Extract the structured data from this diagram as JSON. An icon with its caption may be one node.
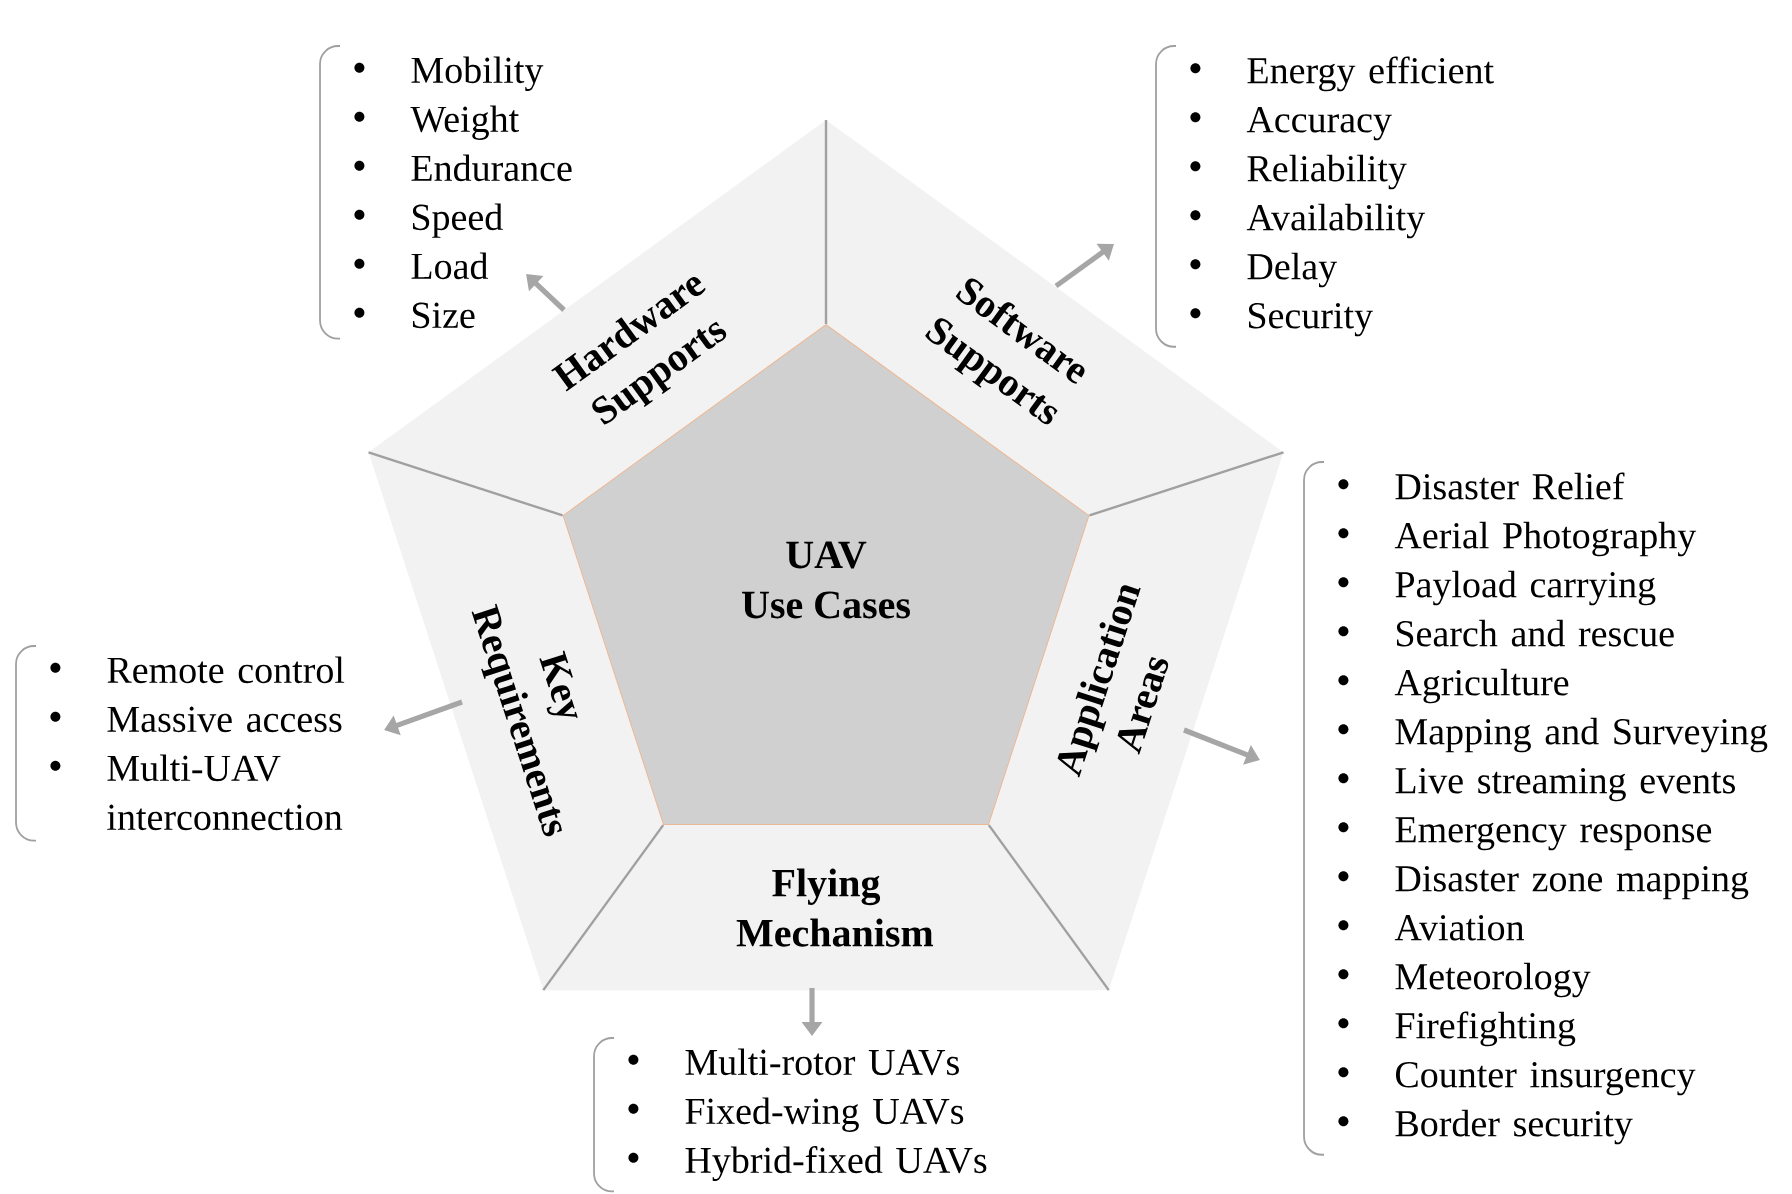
{
  "diagram": {
    "nodes": [
      {
        "text": [
          "UAV Use Cases"
        ]
      },
      {
        "text": [
          "Hardware Supports"
        ]
      },
      {
        "text": [
          "Software Supports"
        ]
      },
      {
        "text": [
          "Application Areas"
        ]
      },
      {
        "text": [
          "Flying Mechanism"
        ]
      },
      {
        "text": [
          "Key Requirements"
        ]
      },
      {
        "text": [
          "Mobility",
          "Weight",
          "Endurance",
          "Speed",
          "Load",
          "Size"
        ]
      },
      {
        "text": [
          "Energy efficient",
          "Accuracy",
          "Reliability",
          "Availability",
          "Delay",
          "Security"
        ]
      },
      {
        "text": [
          "Disaster Relief",
          "Aerial Photography",
          "Payload carrying",
          "Search and rescue",
          "Agriculture",
          "Mapping and Surveying",
          "Live streaming events",
          "Emergency response",
          "Disaster zone mapping",
          "Aviation",
          "Meteorology",
          "Firefighting",
          "Counter insurgency",
          "Border security"
        ]
      },
      {
        "text": [
          "Multi-rotor UAVs",
          "Fixed-wing UAVs",
          "Hybrid-fixed UAVs"
        ]
      },
      {
        "text": [
          "Remote control",
          "Massive access",
          "Multi-UAV interconnection"
        ]
      }
    ],
    "edges": [
      {
        "from": 1,
        "to": 6,
        "arrow": "to"
      },
      {
        "from": 2,
        "to": 7,
        "arrow": "to"
      },
      {
        "from": 3,
        "to": 8,
        "arrow": "to"
      },
      {
        "from": 5,
        "to": 10,
        "arrow": "to"
      },
      {
        "from": 4,
        "to": 9,
        "arrow": "to"
      }
    ]
  }
}
